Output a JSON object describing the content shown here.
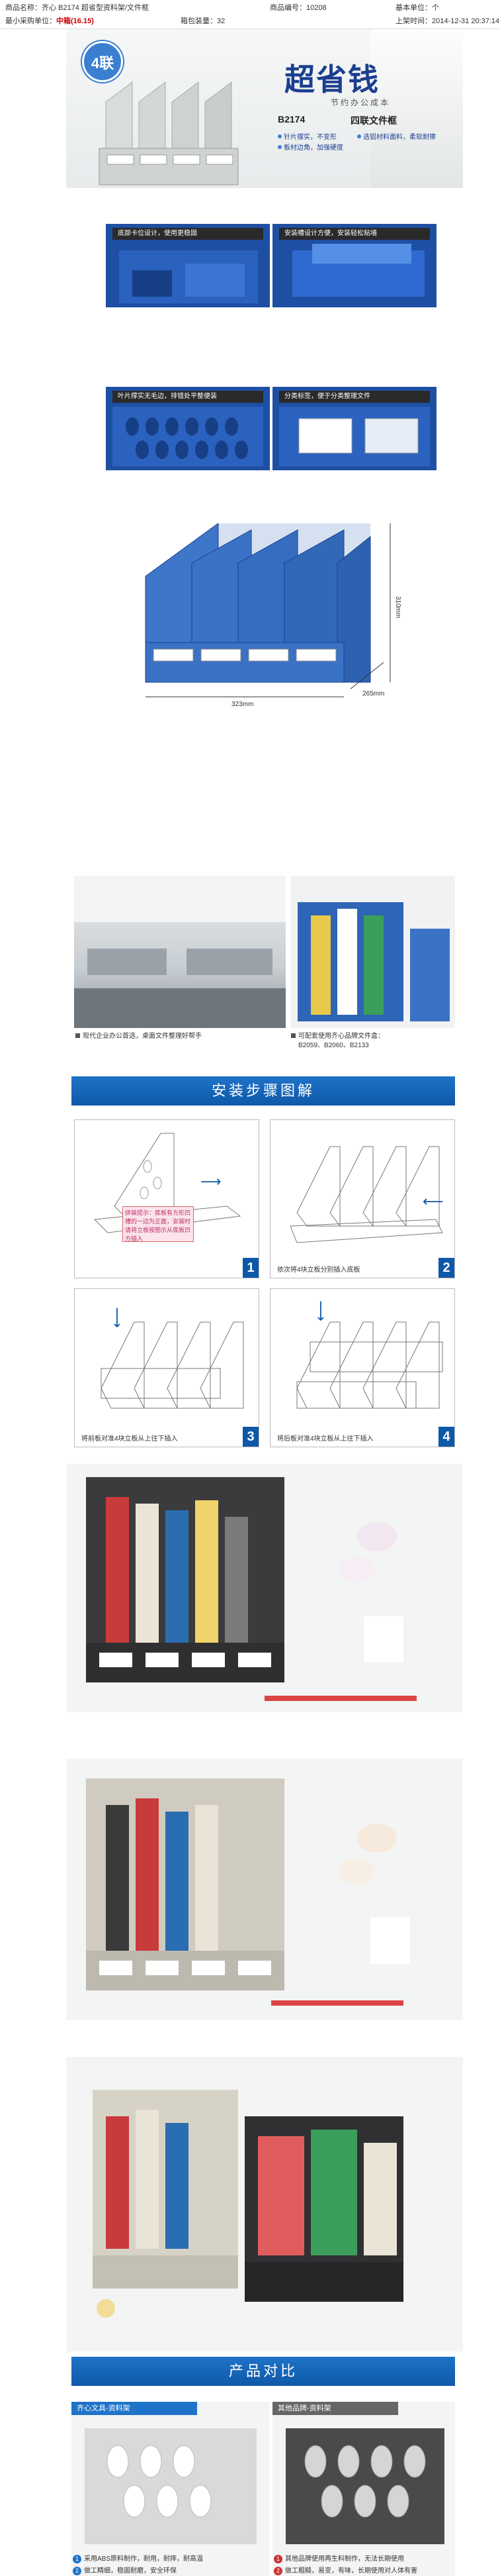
{
  "meta": {
    "product_name": "商品名称：齐心 B2174 超省型资料架/文件框",
    "product_code": "商品编号：10208",
    "unit": "基本单位：个",
    "min_order_prefix": "最小采购单位：",
    "min_order_value": "中箱(16.15)",
    "box_qty": "箱包装量：32",
    "listed_time": "上架时间：2014-12-31 20:37:14"
  },
  "hero": {
    "badge": "4联",
    "title": "超省钱",
    "subtitle": "节约办公成本",
    "model": "B2174",
    "name": "四联文件框",
    "features": [
      "针片摆实，不变形",
      "选铝材料面料，柔软耐擦",
      "板材边角，加强硬度"
    ],
    "colors": {
      "blue": "#1e4fa3",
      "accent": "#3b7fd0"
    }
  },
  "details": [
    {
      "caption": "底部卡位设计，使用更稳固"
    },
    {
      "caption": "安装槽设计方便，安装轻松贴墙"
    },
    {
      "caption": "叶片撑实无毛边，排错处平整便装"
    },
    {
      "caption": "分类标签，便于分类整理文件"
    }
  ],
  "dimensions": {
    "height": "310mm",
    "width": "323mm",
    "depth": "265mm"
  },
  "office": {
    "caption_left": "现代企业办公首选，桌面文件整理好帮手",
    "caption_right_line1": "可配套使用齐心品牌文件盒：",
    "caption_right_line2": "B2059、B2060、B2133"
  },
  "install": {
    "banner": "安装步骤图解",
    "steps": [
      {
        "num": "1",
        "text": "",
        "warning": "拼装提示：底板有方形凹槽的一边为正面，安装时请将立板按图示从底板凹方插入"
      },
      {
        "num": "2",
        "text": "依次将4块立板分别插入底板"
      },
      {
        "num": "3",
        "text": "将前板对准4块立板从上往下插入"
      },
      {
        "num": "4",
        "text": "将后板对准4块立板从上往下插入"
      }
    ]
  },
  "compare": {
    "banner": "产品对比",
    "left_title": "齐心文具-资料架",
    "left_points": [
      "采用ABS原料制作，耐用，耐摔，耐高温",
      "做工精细，稳固耐磨，安全环保"
    ],
    "right_title": "其他品牌-资料架",
    "right_points": [
      "其他品牌使用再生料制作，无法长期使用",
      "做工粗糙，易变，有味，长期使用对人体有害"
    ]
  }
}
